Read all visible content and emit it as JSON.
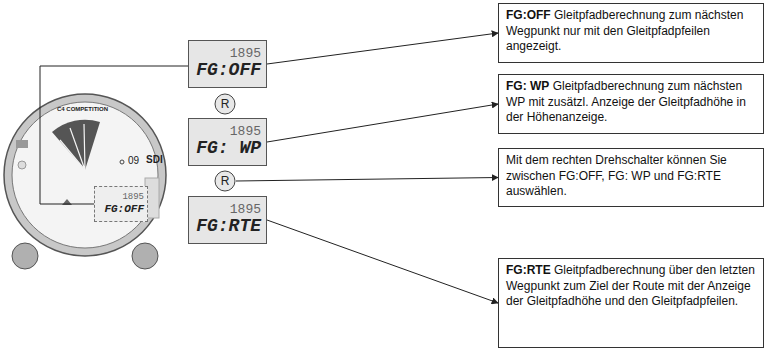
{
  "diagram": {
    "nodes": [
      {
        "text": [
          "1895",
          "FG:OFF"
        ]
      },
      {
        "text": [
          "1895",
          "FG:OFF"
        ]
      },
      {
        "text": [
          "R"
        ]
      },
      {
        "text": [
          "1895",
          "FG: WP"
        ]
      },
      {
        "text": [
          "R"
        ]
      },
      {
        "text": [
          "1895",
          "FG:RTE"
        ]
      },
      {
        "text": [
          "FG:OFF",
          "Gleitpfadberechnung zum nächsten Wegpunkt nur mit den Gleitpfadpfeilen angezeigt."
        ]
      },
      {
        "text": [
          "FG: WP",
          "Gleitpfadberechnung zum nächsten WP mit zusätzl. Anzeige der Gleitpfadhöhe in der Höhenanzeige."
        ]
      },
      {
        "text": [
          "Mit dem rechten Drehschalter können Sie zwischen FG:OFF, FG: WP und FG:RTE auswählen."
        ]
      },
      {
        "text": [
          "FG:RTE",
          "Gleitpfadberechnung über den letzten Wegpunkt zum Ziel der Route mit der Anzeige der Gleitpfadhöhe und den Gleitpfadpfeilen."
        ]
      }
    ],
    "edges": [
      {
        "from": 0,
        "to": 1,
        "arrow": "none"
      },
      {
        "from": 1,
        "to": 6,
        "arrow": "to"
      },
      {
        "from": 3,
        "to": 7,
        "arrow": "to"
      },
      {
        "from": 4,
        "to": 8,
        "arrow": "to"
      },
      {
        "from": 5,
        "to": 9,
        "arrow": "to"
      }
    ],
    "labels": [
      "C4 COMPETITION",
      "SDI",
      "09"
    ]
  }
}
